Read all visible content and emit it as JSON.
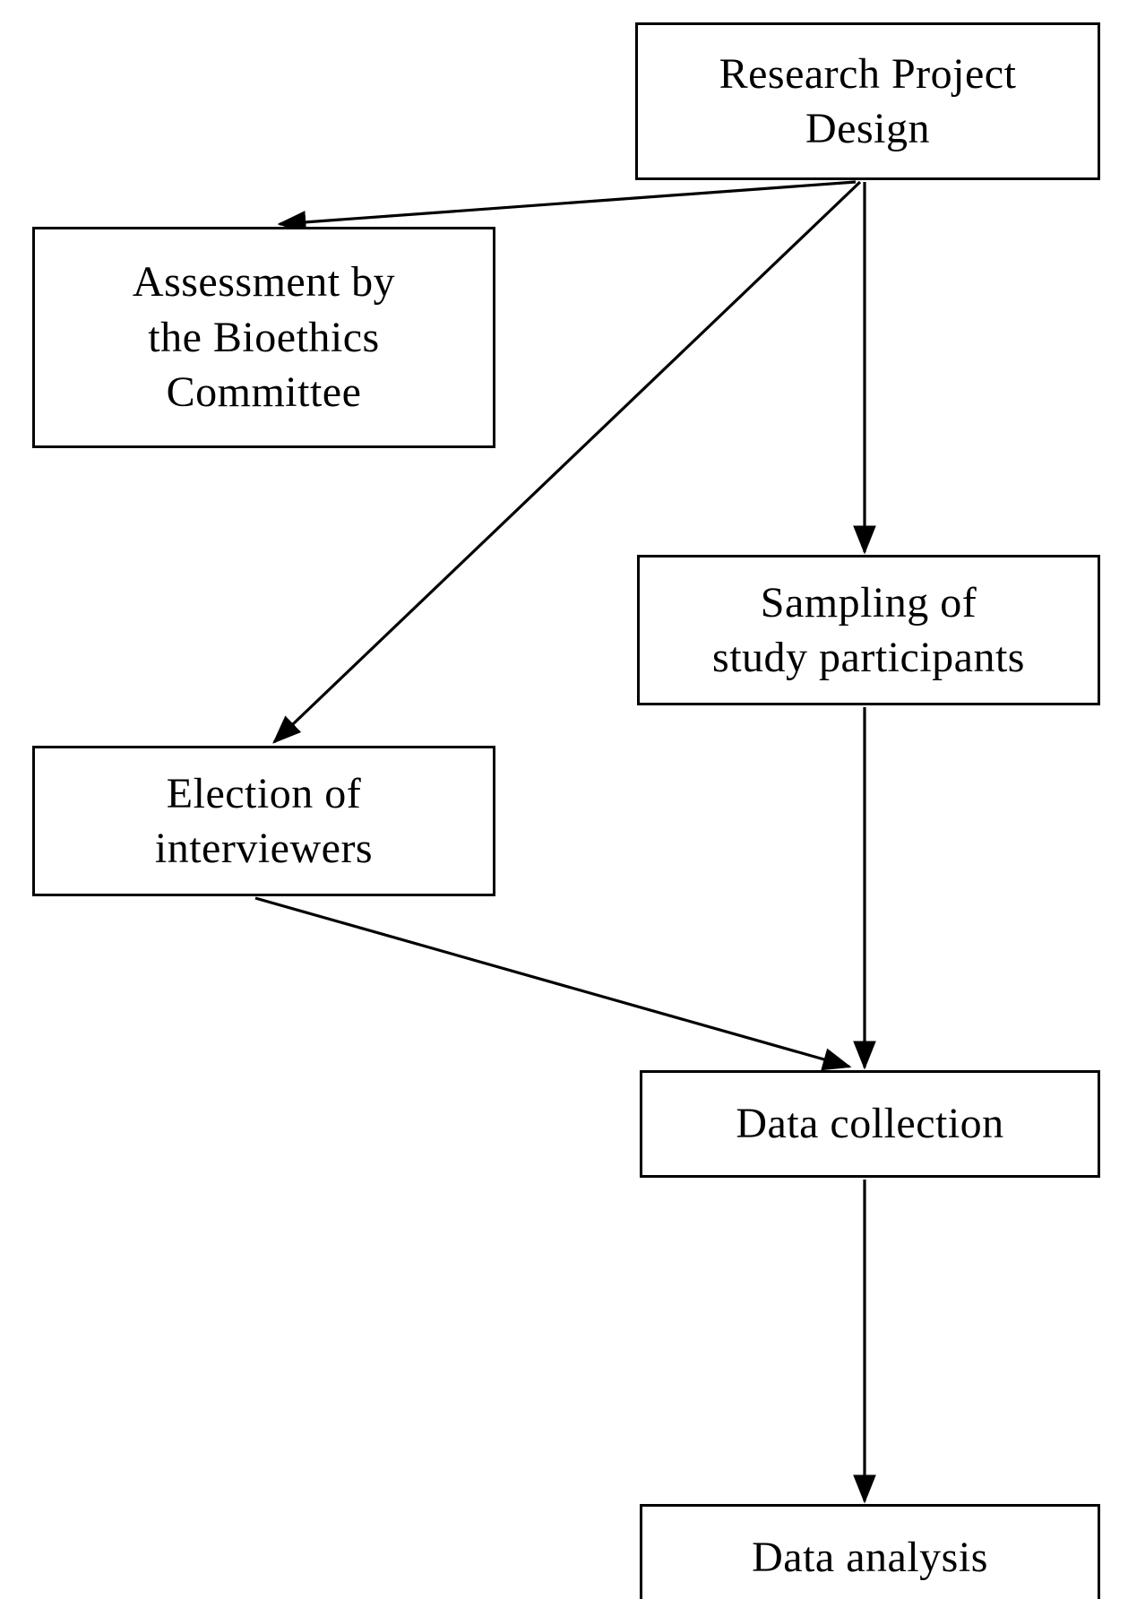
{
  "diagram": {
    "title": "Research project workflow flowchart",
    "background_color": "#ffffff",
    "line_color": "#000000",
    "text_color": "#000000",
    "nodes": [
      {
        "id": "research_project_design",
        "label": "Research Project\nDesign"
      },
      {
        "id": "bioethics_assessment",
        "label": "Assessment by\nthe Bioethics\nCommittee"
      },
      {
        "id": "sampling_participants",
        "label": "Sampling of\nstudy participants"
      },
      {
        "id": "election_interviewers",
        "label": "Election of\ninterviewers"
      },
      {
        "id": "data_collection",
        "label": "Data collection"
      },
      {
        "id": "data_analysis",
        "label": "Data analysis"
      }
    ],
    "edges": [
      {
        "id": "edge_design_to_bioethics",
        "from": "research_project_design",
        "to": "bioethics_assessment",
        "style": "straight-arrow"
      },
      {
        "id": "edge_design_to_election",
        "from": "research_project_design",
        "to": "election_interviewers",
        "style": "straight-arrow"
      },
      {
        "id": "edge_design_to_sampling",
        "from": "research_project_design",
        "to": "sampling_participants",
        "style": "straight-arrow"
      },
      {
        "id": "edge_sampling_to_collection",
        "from": "sampling_participants",
        "to": "data_collection",
        "style": "straight-arrow"
      },
      {
        "id": "edge_election_to_collection",
        "from": "election_interviewers",
        "to": "data_collection",
        "style": "straight-arrow"
      },
      {
        "id": "edge_collection_to_analysis",
        "from": "data_collection",
        "to": "data_analysis",
        "style": "straight-arrow"
      }
    ]
  }
}
